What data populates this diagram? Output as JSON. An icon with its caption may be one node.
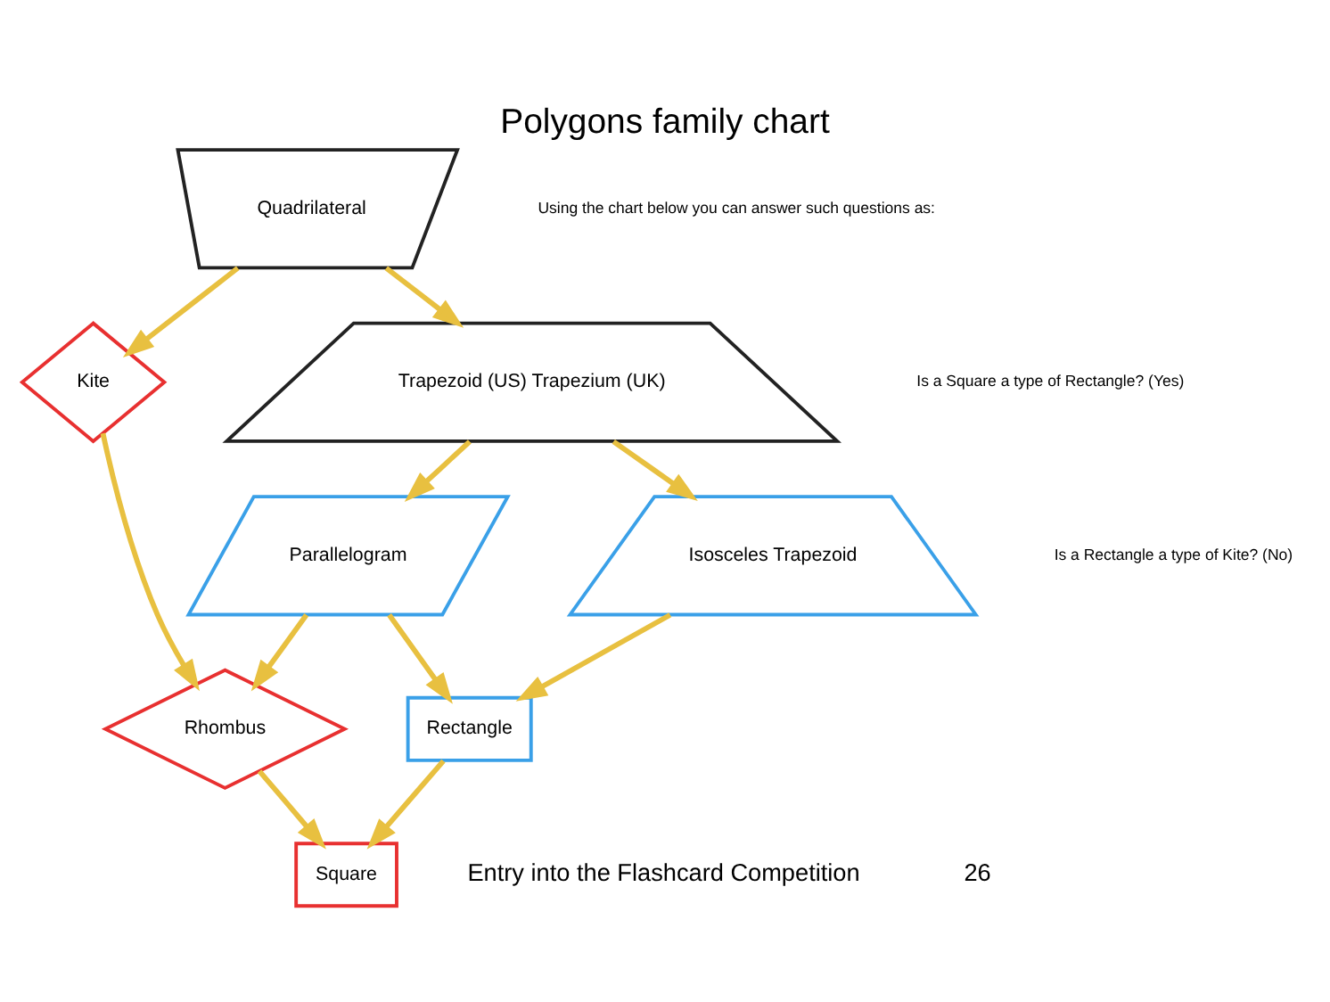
{
  "diagram": {
    "title": "Polygons family chart",
    "nodes": [
      {
        "text": [
          "Quadrilateral"
        ]
      },
      {
        "text": [
          "Kite"
        ]
      },
      {
        "text": [
          "Trapezoid (US) Trapezium (UK)"
        ]
      },
      {
        "text": [
          "Parallelogram"
        ]
      },
      {
        "text": [
          "Isosceles Trapezoid"
        ]
      },
      {
        "text": [
          "Rhombus"
        ]
      },
      {
        "text": [
          "Rectangle"
        ]
      },
      {
        "text": [
          "Square"
        ]
      }
    ],
    "edges": [
      {
        "from": 0,
        "to": 1,
        "arrow": "to"
      },
      {
        "from": 0,
        "to": 2,
        "arrow": "to"
      },
      {
        "from": 2,
        "to": 3,
        "arrow": "to"
      },
      {
        "from": 2,
        "to": 4,
        "arrow": "to"
      },
      {
        "from": 1,
        "to": 5,
        "arrow": "to"
      },
      {
        "from": 3,
        "to": 5,
        "arrow": "to"
      },
      {
        "from": 3,
        "to": 6,
        "arrow": "to"
      },
      {
        "from": 4,
        "to": 6,
        "arrow": "to"
      },
      {
        "from": 5,
        "to": 7,
        "arrow": "to"
      },
      {
        "from": 6,
        "to": 7,
        "arrow": "to"
      }
    ],
    "labels": [
      "Using the chart below you can answer such questions as:",
      "Is a Square a type of Rectangle? (Yes)",
      "Is a Rectangle a type of Kite? (No)",
      "Entry into the Flashcard Competition",
      "26"
    ]
  }
}
